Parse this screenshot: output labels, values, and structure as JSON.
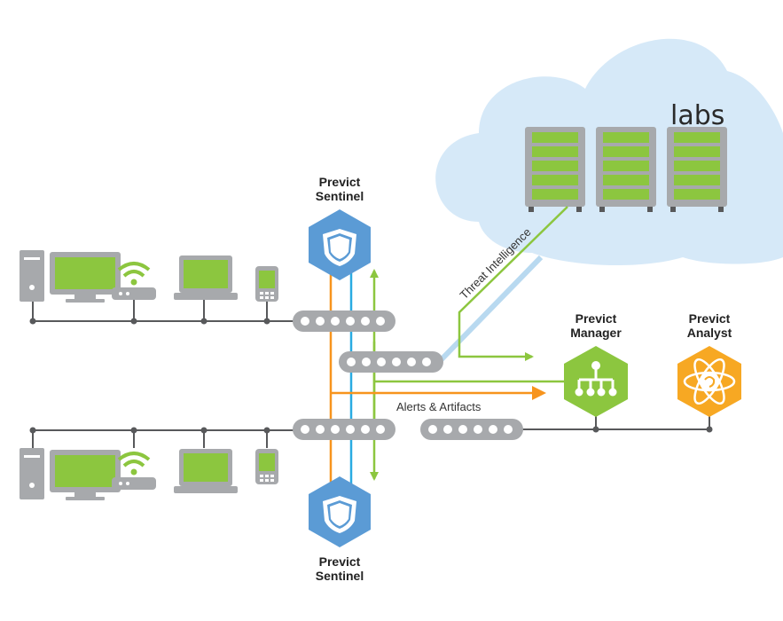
{
  "nodes": {
    "sentinel_top": {
      "line1": "Previct",
      "line2": "Sentinel"
    },
    "sentinel_bottom": {
      "line1": "Previct",
      "line2": "Sentinel"
    },
    "manager": {
      "line1": "Previct",
      "line2": "Manager"
    },
    "analyst": {
      "line1": "Previct",
      "line2": "Analyst"
    }
  },
  "cloud": {
    "label": "labs"
  },
  "flows": {
    "threat_intel": "Threat Intelligence",
    "alerts": "Alerts & Artifacts"
  },
  "colors": {
    "green": "#8cc63f",
    "blue_hex": "#5b9bd5",
    "orange_hex": "#f7a823",
    "orange_line": "#f7941d",
    "blue_line": "#29abe2",
    "gray": "#a7a9ac",
    "dark_gray": "#58595b",
    "cloud": "#d6e9f8"
  },
  "icons": {
    "sentinel": "shield-icon",
    "manager": "hierarchy-icon",
    "analyst": "atom-brain-icon",
    "server": "server-rack-icon",
    "desktop": "desktop-computer-icon",
    "laptop": "laptop-icon",
    "router": "wifi-router-icon",
    "phone": "smartphone-icon",
    "switch": "network-switch-icon"
  }
}
